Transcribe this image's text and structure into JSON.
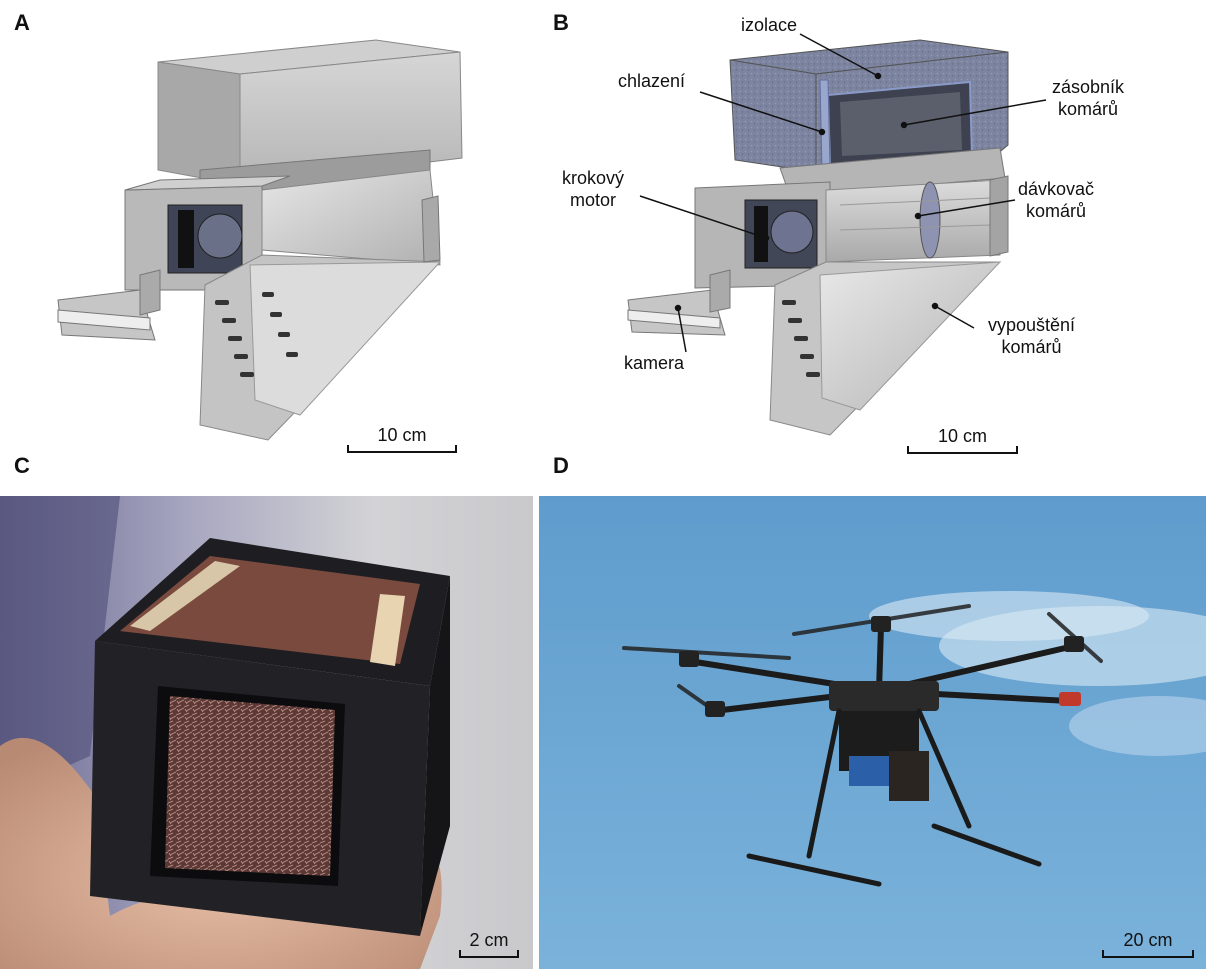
{
  "panels": {
    "a": {
      "letter": "A",
      "scale": "10 cm"
    },
    "b": {
      "letter": "B",
      "scale": "10 cm",
      "labels": {
        "izolace": "izolace",
        "chlazeni": "chlazení",
        "zasobnik_1": "zásobník",
        "zasobnik_2": "komárů",
        "krokovy_1": "krokový",
        "krokovy_2": "motor",
        "davkovac_1": "dávkovač",
        "davkovac_2": "komárů",
        "kamera": "kamera",
        "vypousteni_1": "vypouštění",
        "vypousteni_2": "komárů"
      }
    },
    "c": {
      "letter": "C",
      "scale": "2 cm"
    },
    "d": {
      "letter": "D",
      "scale": "20 cm"
    }
  }
}
